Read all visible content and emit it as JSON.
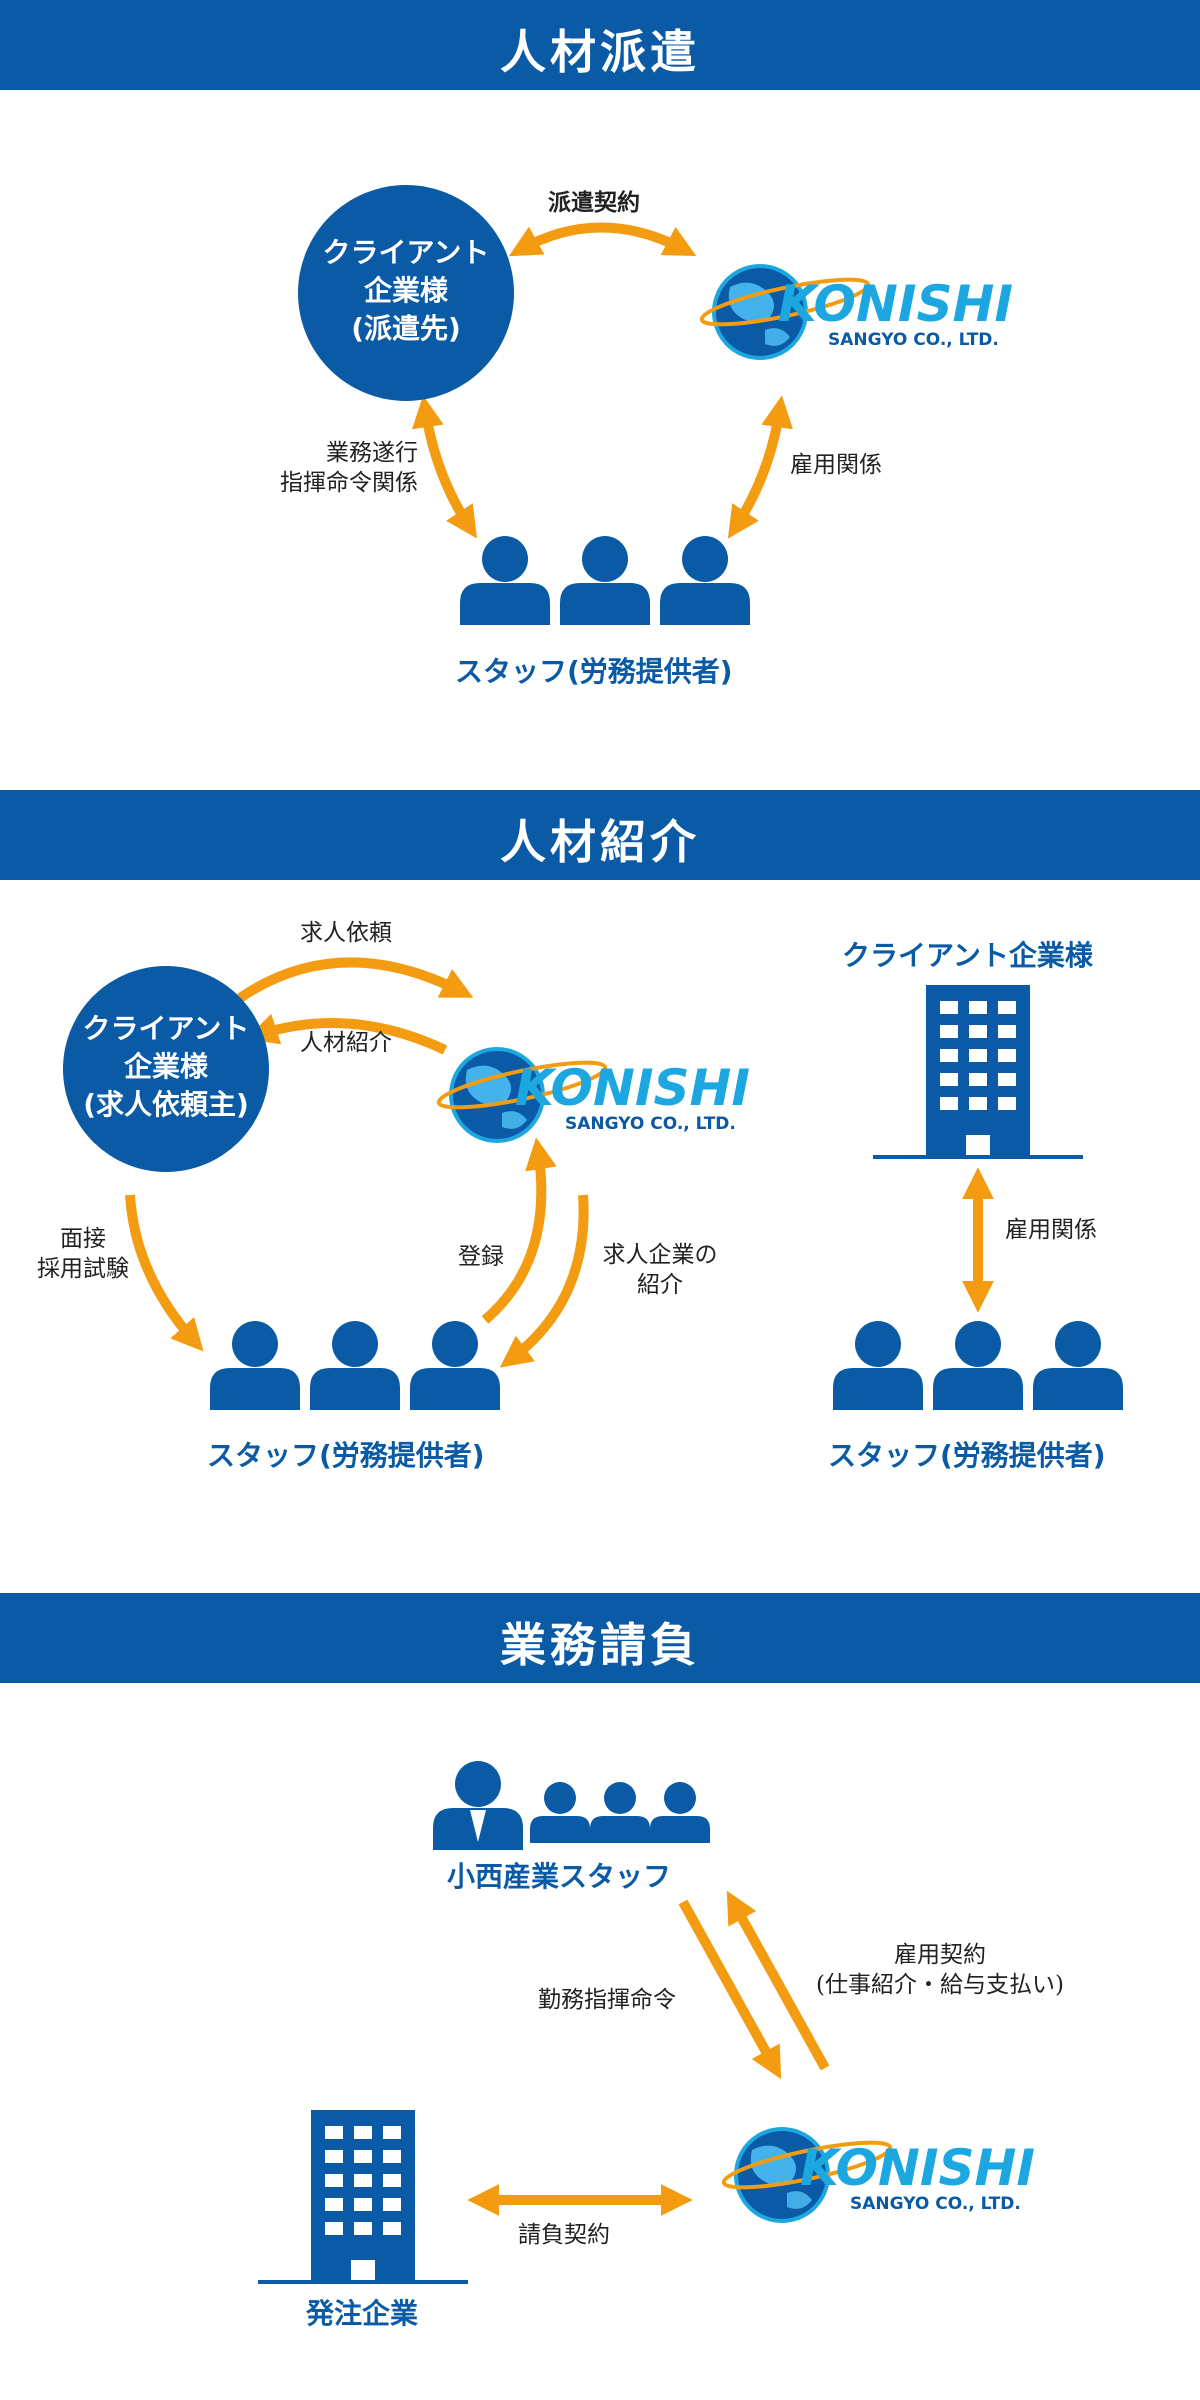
{
  "colors": {
    "brand_blue": "#0a5aa5",
    "arrow_orange": "#f39c12",
    "logo_cyan": "#1da7e0"
  },
  "logo": {
    "name": "KONISHI",
    "tagline": "SANGYO CO., LTD."
  },
  "sections": [
    {
      "title": "人材派遣",
      "client": {
        "line1": "クライアント",
        "line2": "企業様",
        "line3": "(派遣先)"
      },
      "contract_label": "派遣契約",
      "command_label": {
        "line1": "業務遂行",
        "line2": "指揮命令関係"
      },
      "employment_label": "雇用関係",
      "staff_label": "スタッフ(労務提供者)"
    },
    {
      "title": "人材紹介",
      "client": {
        "line1": "クライアント",
        "line2": "企業様",
        "line3": "(求人依頼主)"
      },
      "request_label": "求人依頼",
      "introduce_label": "人材紹介",
      "interview_label": {
        "line1": "面接",
        "line2": "採用試験"
      },
      "register_label": "登録",
      "company_intro_label": {
        "line1": "求人企業の",
        "line2": "紹介"
      },
      "staff_label": "スタッフ(労務提供者)",
      "right_client_label": "クライアント企業様",
      "right_employment_label": "雇用関係",
      "right_staff_label": "スタッフ(労務提供者)"
    },
    {
      "title": "業務請負",
      "staff_label": "小西産業スタッフ",
      "command_label": "勤務指揮命令",
      "employment_label": {
        "line1": "雇用契約",
        "line2": "(仕事紹介・給与支払い)"
      },
      "contract_label": "請負契約",
      "orderer_label": "発注企業"
    }
  ]
}
